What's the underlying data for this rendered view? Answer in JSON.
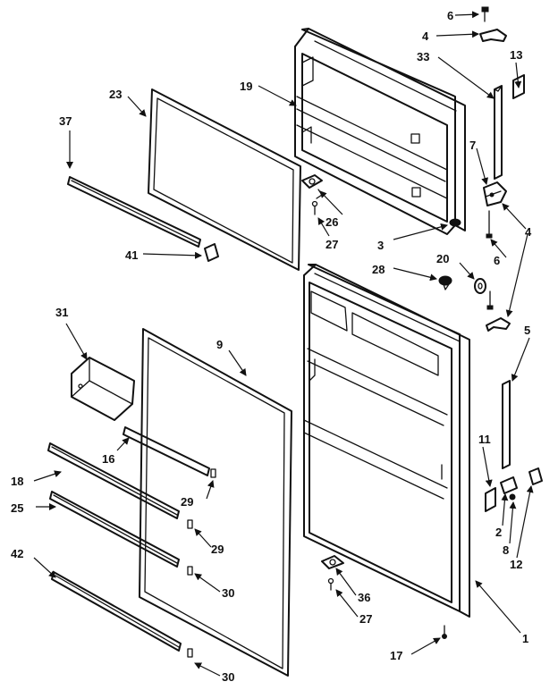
{
  "callouts": {
    "c1": "1",
    "c2": "2",
    "c3": "3",
    "c4a": "4",
    "c4b": "4",
    "c5": "5",
    "c6a": "6",
    "c6b": "6",
    "c7": "7",
    "c8": "8",
    "c9": "9",
    "c11": "11",
    "c12": "12",
    "c13": "13",
    "c16": "16",
    "c17": "17",
    "c18": "18",
    "c19": "19",
    "c20": "20",
    "c23": "23",
    "c25": "25",
    "c26": "26",
    "c27a": "27",
    "c27b": "27",
    "c28": "28",
    "c29a": "29",
    "c29b": "29",
    "c30a": "30",
    "c30b": "30",
    "c31": "31",
    "c33": "33",
    "c36": "36",
    "c37": "37",
    "c41": "41",
    "c42": "42"
  }
}
